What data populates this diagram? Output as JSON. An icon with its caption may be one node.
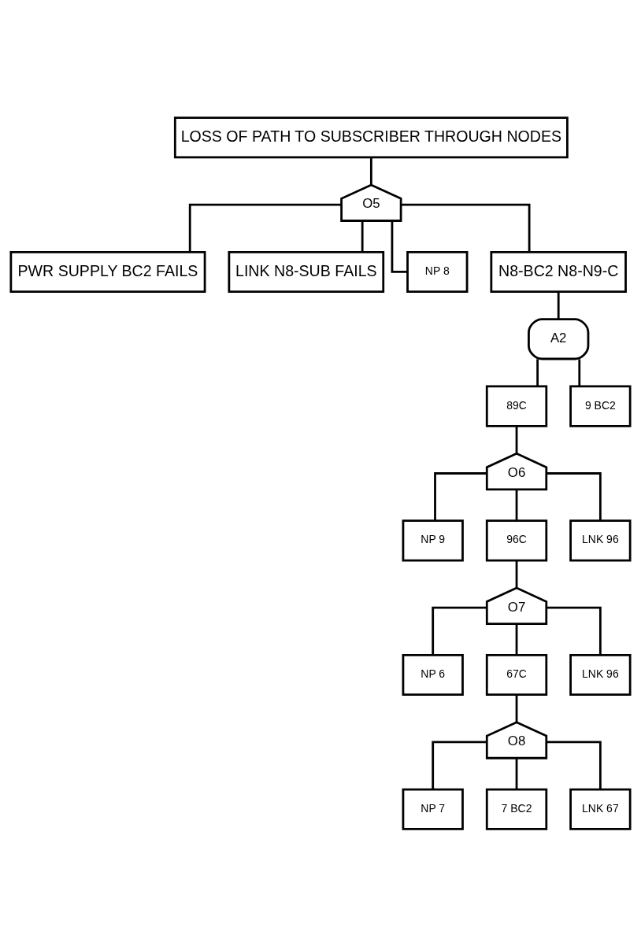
{
  "diagram": {
    "nodes": [
      {
        "text": [
          "LOSS OF PATH TO SUBSCRIBER THROUGH NODES"
        ]
      },
      {
        "text": [
          "O5"
        ]
      },
      {
        "text": [
          "PWR SUPPLY BC2 FAILS"
        ]
      },
      {
        "text": [
          "LINK N8-SUB FAILS"
        ]
      },
      {
        "text": [
          "NP 8"
        ]
      },
      {
        "text": [
          "N8-BC2 N8-N9-C"
        ]
      },
      {
        "text": [
          "A2"
        ]
      },
      {
        "text": [
          "89C"
        ]
      },
      {
        "text": [
          "9 BC2"
        ]
      },
      {
        "text": [
          "O6"
        ]
      },
      {
        "text": [
          "NP 9"
        ]
      },
      {
        "text": [
          "96C"
        ]
      },
      {
        "text": [
          "LNK 96"
        ]
      },
      {
        "text": [
          "O7"
        ]
      },
      {
        "text": [
          "NP 6"
        ]
      },
      {
        "text": [
          "67C"
        ]
      },
      {
        "text": [
          "LNK 96"
        ]
      },
      {
        "text": [
          "O8"
        ]
      },
      {
        "text": [
          "NP 7"
        ]
      },
      {
        "text": [
          "7 BC2"
        ]
      },
      {
        "text": [
          "LNK 67"
        ]
      }
    ],
    "edges": [
      {
        "from": 0,
        "to": 1,
        "arrow": "none"
      },
      {
        "from": 1,
        "to": 2,
        "arrow": "none"
      },
      {
        "from": 1,
        "to": 3,
        "arrow": "none"
      },
      {
        "from": 1,
        "to": 4,
        "arrow": "none"
      },
      {
        "from": 1,
        "to": 5,
        "arrow": "none"
      },
      {
        "from": 5,
        "to": 6,
        "arrow": "none"
      },
      {
        "from": 6,
        "to": 7,
        "arrow": "none"
      },
      {
        "from": 6,
        "to": 8,
        "arrow": "none"
      },
      {
        "from": 7,
        "to": 9,
        "arrow": "none"
      },
      {
        "from": 9,
        "to": 10,
        "arrow": "none"
      },
      {
        "from": 9,
        "to": 11,
        "arrow": "none"
      },
      {
        "from": 9,
        "to": 12,
        "arrow": "none"
      },
      {
        "from": 11,
        "to": 13,
        "arrow": "none"
      },
      {
        "from": 13,
        "to": 14,
        "arrow": "none"
      },
      {
        "from": 13,
        "to": 15,
        "arrow": "none"
      },
      {
        "from": 13,
        "to": 16,
        "arrow": "none"
      },
      {
        "from": 15,
        "to": 17,
        "arrow": "none"
      },
      {
        "from": 17,
        "to": 18,
        "arrow": "none"
      },
      {
        "from": 17,
        "to": 19,
        "arrow": "none"
      },
      {
        "from": 17,
        "to": 20,
        "arrow": "none"
      }
    ]
  }
}
